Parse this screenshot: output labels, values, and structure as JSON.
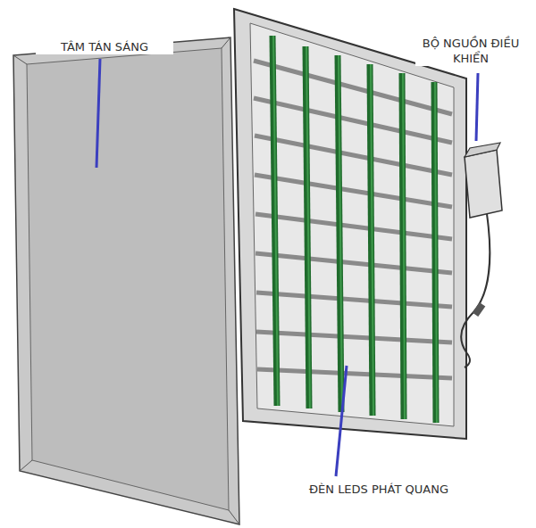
{
  "diagram": {
    "labels": [
      "TÂM TÁN SÁNG",
      "BỘ NGUỒN ĐIỀU KHIỂN",
      "ĐÈN LEDS PHÁT QUANG"
    ]
  }
}
